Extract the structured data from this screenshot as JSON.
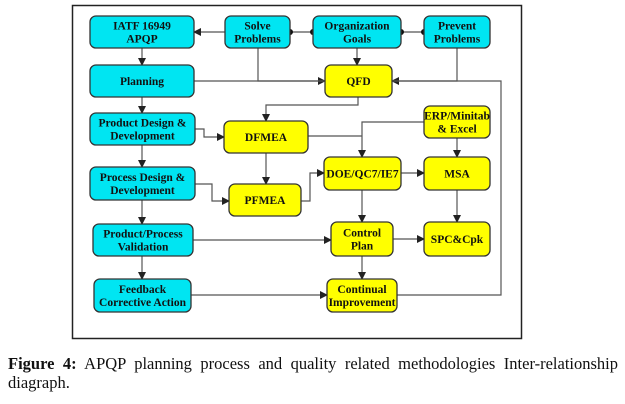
{
  "colors": {
    "process": "#00e5f2",
    "method": "#ffff00",
    "stroke": "#333333",
    "line": "#555555"
  },
  "nodes": {
    "iatf": {
      "lines": [
        "IATF 16949",
        "APQP"
      ],
      "kind": "process"
    },
    "solve": {
      "lines": [
        "Solve",
        "Problems"
      ],
      "kind": "process"
    },
    "goals": {
      "lines": [
        "Organization",
        "Goals"
      ],
      "kind": "process"
    },
    "prevent": {
      "lines": [
        "Prevent",
        "Problems"
      ],
      "kind": "process"
    },
    "planning": {
      "lines": [
        "Planning"
      ],
      "kind": "process"
    },
    "qfd": {
      "lines": [
        "QFD"
      ],
      "kind": "method"
    },
    "pdd": {
      "lines": [
        "Product Design &",
        "Development"
      ],
      "kind": "process"
    },
    "dfmea": {
      "lines": [
        "DFMEA"
      ],
      "kind": "method"
    },
    "erp": {
      "lines": [
        "ERP/Minitab",
        "& Excel"
      ],
      "kind": "method"
    },
    "prdd": {
      "lines": [
        "Process Design &",
        "Development"
      ],
      "kind": "process"
    },
    "pfmea": {
      "lines": [
        "PFMEA"
      ],
      "kind": "method"
    },
    "doe": {
      "lines": [
        "DOE/QC7/IE7"
      ],
      "kind": "method"
    },
    "msa": {
      "lines": [
        "MSA"
      ],
      "kind": "method"
    },
    "ppv": {
      "lines": [
        "Product/Process",
        "Validation"
      ],
      "kind": "process"
    },
    "control": {
      "lines": [
        "Control",
        "Plan"
      ],
      "kind": "method"
    },
    "spc": {
      "lines": [
        "SPC&Cpk"
      ],
      "kind": "method"
    },
    "feedback": {
      "lines": [
        "Feedback",
        "Corrective Action"
      ],
      "kind": "process"
    },
    "continual": {
      "lines": [
        "Continual",
        "Improvement"
      ],
      "kind": "method"
    }
  },
  "caption": {
    "label": "Figure 4:",
    "text": " APQP planning process and quality related methodologies Inter-relationship diagraph."
  }
}
